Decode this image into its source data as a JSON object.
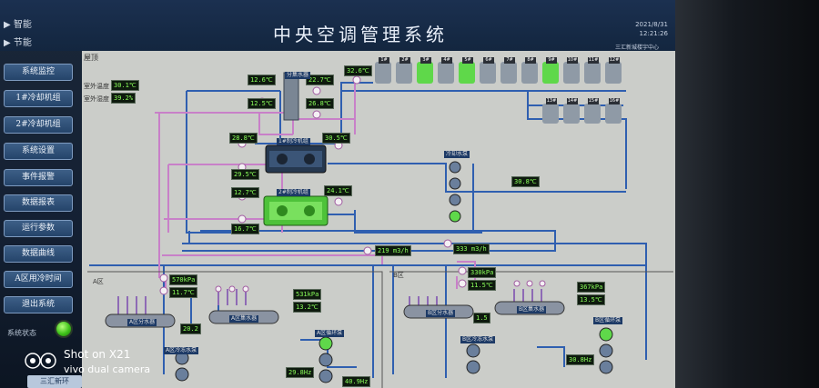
{
  "header": {
    "title": "中央空调管理系统",
    "date": "2021/8/31",
    "time": "12:21:26",
    "station": "三汇新城楼宇中心",
    "modes": [
      "智能",
      "节能"
    ]
  },
  "panel": {
    "title": "屋顶"
  },
  "sidebar": {
    "items": [
      {
        "label": "系统监控"
      },
      {
        "label": "1#冷却机组"
      },
      {
        "label": "2#冷却机组"
      },
      {
        "label": "系统设置"
      },
      {
        "label": "事件报警"
      },
      {
        "label": "数据报表"
      },
      {
        "label": "运行参数"
      },
      {
        "label": "数据曲线"
      },
      {
        "label": "A区用冷时间"
      },
      {
        "label": "退出系统"
      }
    ],
    "status_label": "系统状态",
    "brand": "三汇新环"
  },
  "outdoor": {
    "temp_label": "室外温度",
    "temp": "30.1℃",
    "humidity_label": "室外湿度",
    "humidity": "39.2%"
  },
  "readings": {
    "collector_in1": "12.6℃",
    "collector_in2": "12.5℃",
    "collector_out1": "22.7℃",
    "collector_out2": "26.8℃",
    "tower_supply": "32.6℃",
    "chiller1_a": "28.8℃",
    "chiller1_b": "30.5℃",
    "chiller1_c": "29.5℃",
    "chiller2_a": "12.7℃",
    "chiller2_b": "24.1℃",
    "chiller2_c": "16.7℃",
    "cooling_pump_temp": "30.8℃",
    "flow1": "219 m3/h",
    "flow2": "333 m3/h",
    "a_pressure_1": "570kPa",
    "a_temp_1": "11.7℃",
    "a_pressure_2": "531kPa",
    "a_temp_2": "13.2℃",
    "b_pressure_1": "330kPa",
    "b_temp_1": "11.5℃",
    "b_pressure_2": "367kPa",
    "b_temp_2": "13.5℃",
    "a_pump_hz": "40.9Hz",
    "a_pump2_hz": "29.8Hz",
    "b_pump_hz": "30.8Hz",
    "a_misc": "20.2",
    "b_misc": "1.5"
  },
  "labels": {
    "collector": "分集水器",
    "chiller1": "1#制冷机组",
    "chiller2": "2#制冷机组",
    "cooling_pumps": "冷却水泵",
    "zone_a": "A区",
    "zone_b": "B区",
    "a_distributor": "A区分水器",
    "a_collector": "A区集水器",
    "b_distributor": "B区分水器",
    "b_collector": "B区集水器",
    "a_chw_pumps": "A区冷冻水泵",
    "a_sec_pumps": "A区循环泵",
    "b_chw_pumps": "B区冷冻水泵",
    "b_sec_pumps": "B区循环泵"
  },
  "towers": {
    "row1": [
      "1#",
      "2#",
      "3#",
      "4#",
      "5#",
      "6#",
      "7#",
      "8#",
      "9#",
      "10#",
      "11#",
      "12#"
    ],
    "row1_active": [
      false,
      false,
      true,
      false,
      true,
      false,
      false,
      false,
      true,
      false,
      false,
      false
    ],
    "row2": [
      "13#",
      "14#",
      "15#",
      "16#"
    ]
  },
  "camera": {
    "line1": "Shot on X21",
    "line2": "vivo dual camera"
  },
  "colors": {
    "pipe_blue": "#2f5fb0",
    "pipe_pink": "#c880c8",
    "pipe_purple": "#8e6ab5",
    "active": "#5fd84a",
    "panel_bg": "#cbcdc9",
    "sensor_text": "#8aff5a"
  }
}
